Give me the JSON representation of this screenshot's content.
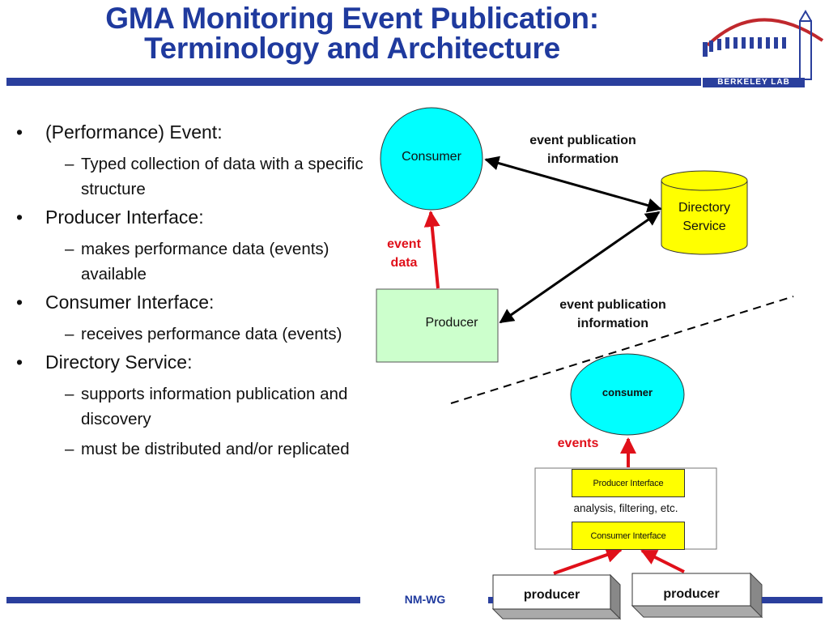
{
  "title": {
    "line1": "GMA Monitoring Event Publication:",
    "line2": "Terminology and Architecture"
  },
  "logo": {
    "text": "BERKELEY LAB"
  },
  "bullets": [
    {
      "text": "(Performance) Event:",
      "sub": [
        "Typed collection of data with a specific structure"
      ]
    },
    {
      "text": "Producer Interface:",
      "sub": [
        "makes performance data (events) available"
      ]
    },
    {
      "text": "Consumer Interface:",
      "sub": [
        "receives performance data (events)"
      ]
    },
    {
      "text": "Directory Service:",
      "sub": [
        "supports information publication and discovery",
        "must be distributed and/or replicated"
      ]
    }
  ],
  "diagram_top": {
    "consumer": "Consumer",
    "producer": "Producer",
    "directory_line1": "Directory",
    "directory_line2": "Service",
    "pub_info_top_line1": "event publication",
    "pub_info_top_line2": "information",
    "pub_info_bottom_line1": "event publication",
    "pub_info_bottom_line2": "information",
    "event_data_line1": "event",
    "event_data_line2": "data"
  },
  "diagram_bottom": {
    "consumer": "consumer",
    "events": "events",
    "producer_interface": "Producer Interface",
    "middle_text": "analysis, filtering, etc.",
    "consumer_interface": "Consumer Interface",
    "producer_left": "producer",
    "producer_right": "producer"
  },
  "footer": {
    "text": "NM-WG"
  },
  "colors": {
    "title_blue": "#1f3a9e",
    "consumer_cyan": "#00ffff",
    "producer_green": "#ccffcc",
    "directory_yellow": "#ffff00",
    "arrow_red": "#e0101a"
  }
}
